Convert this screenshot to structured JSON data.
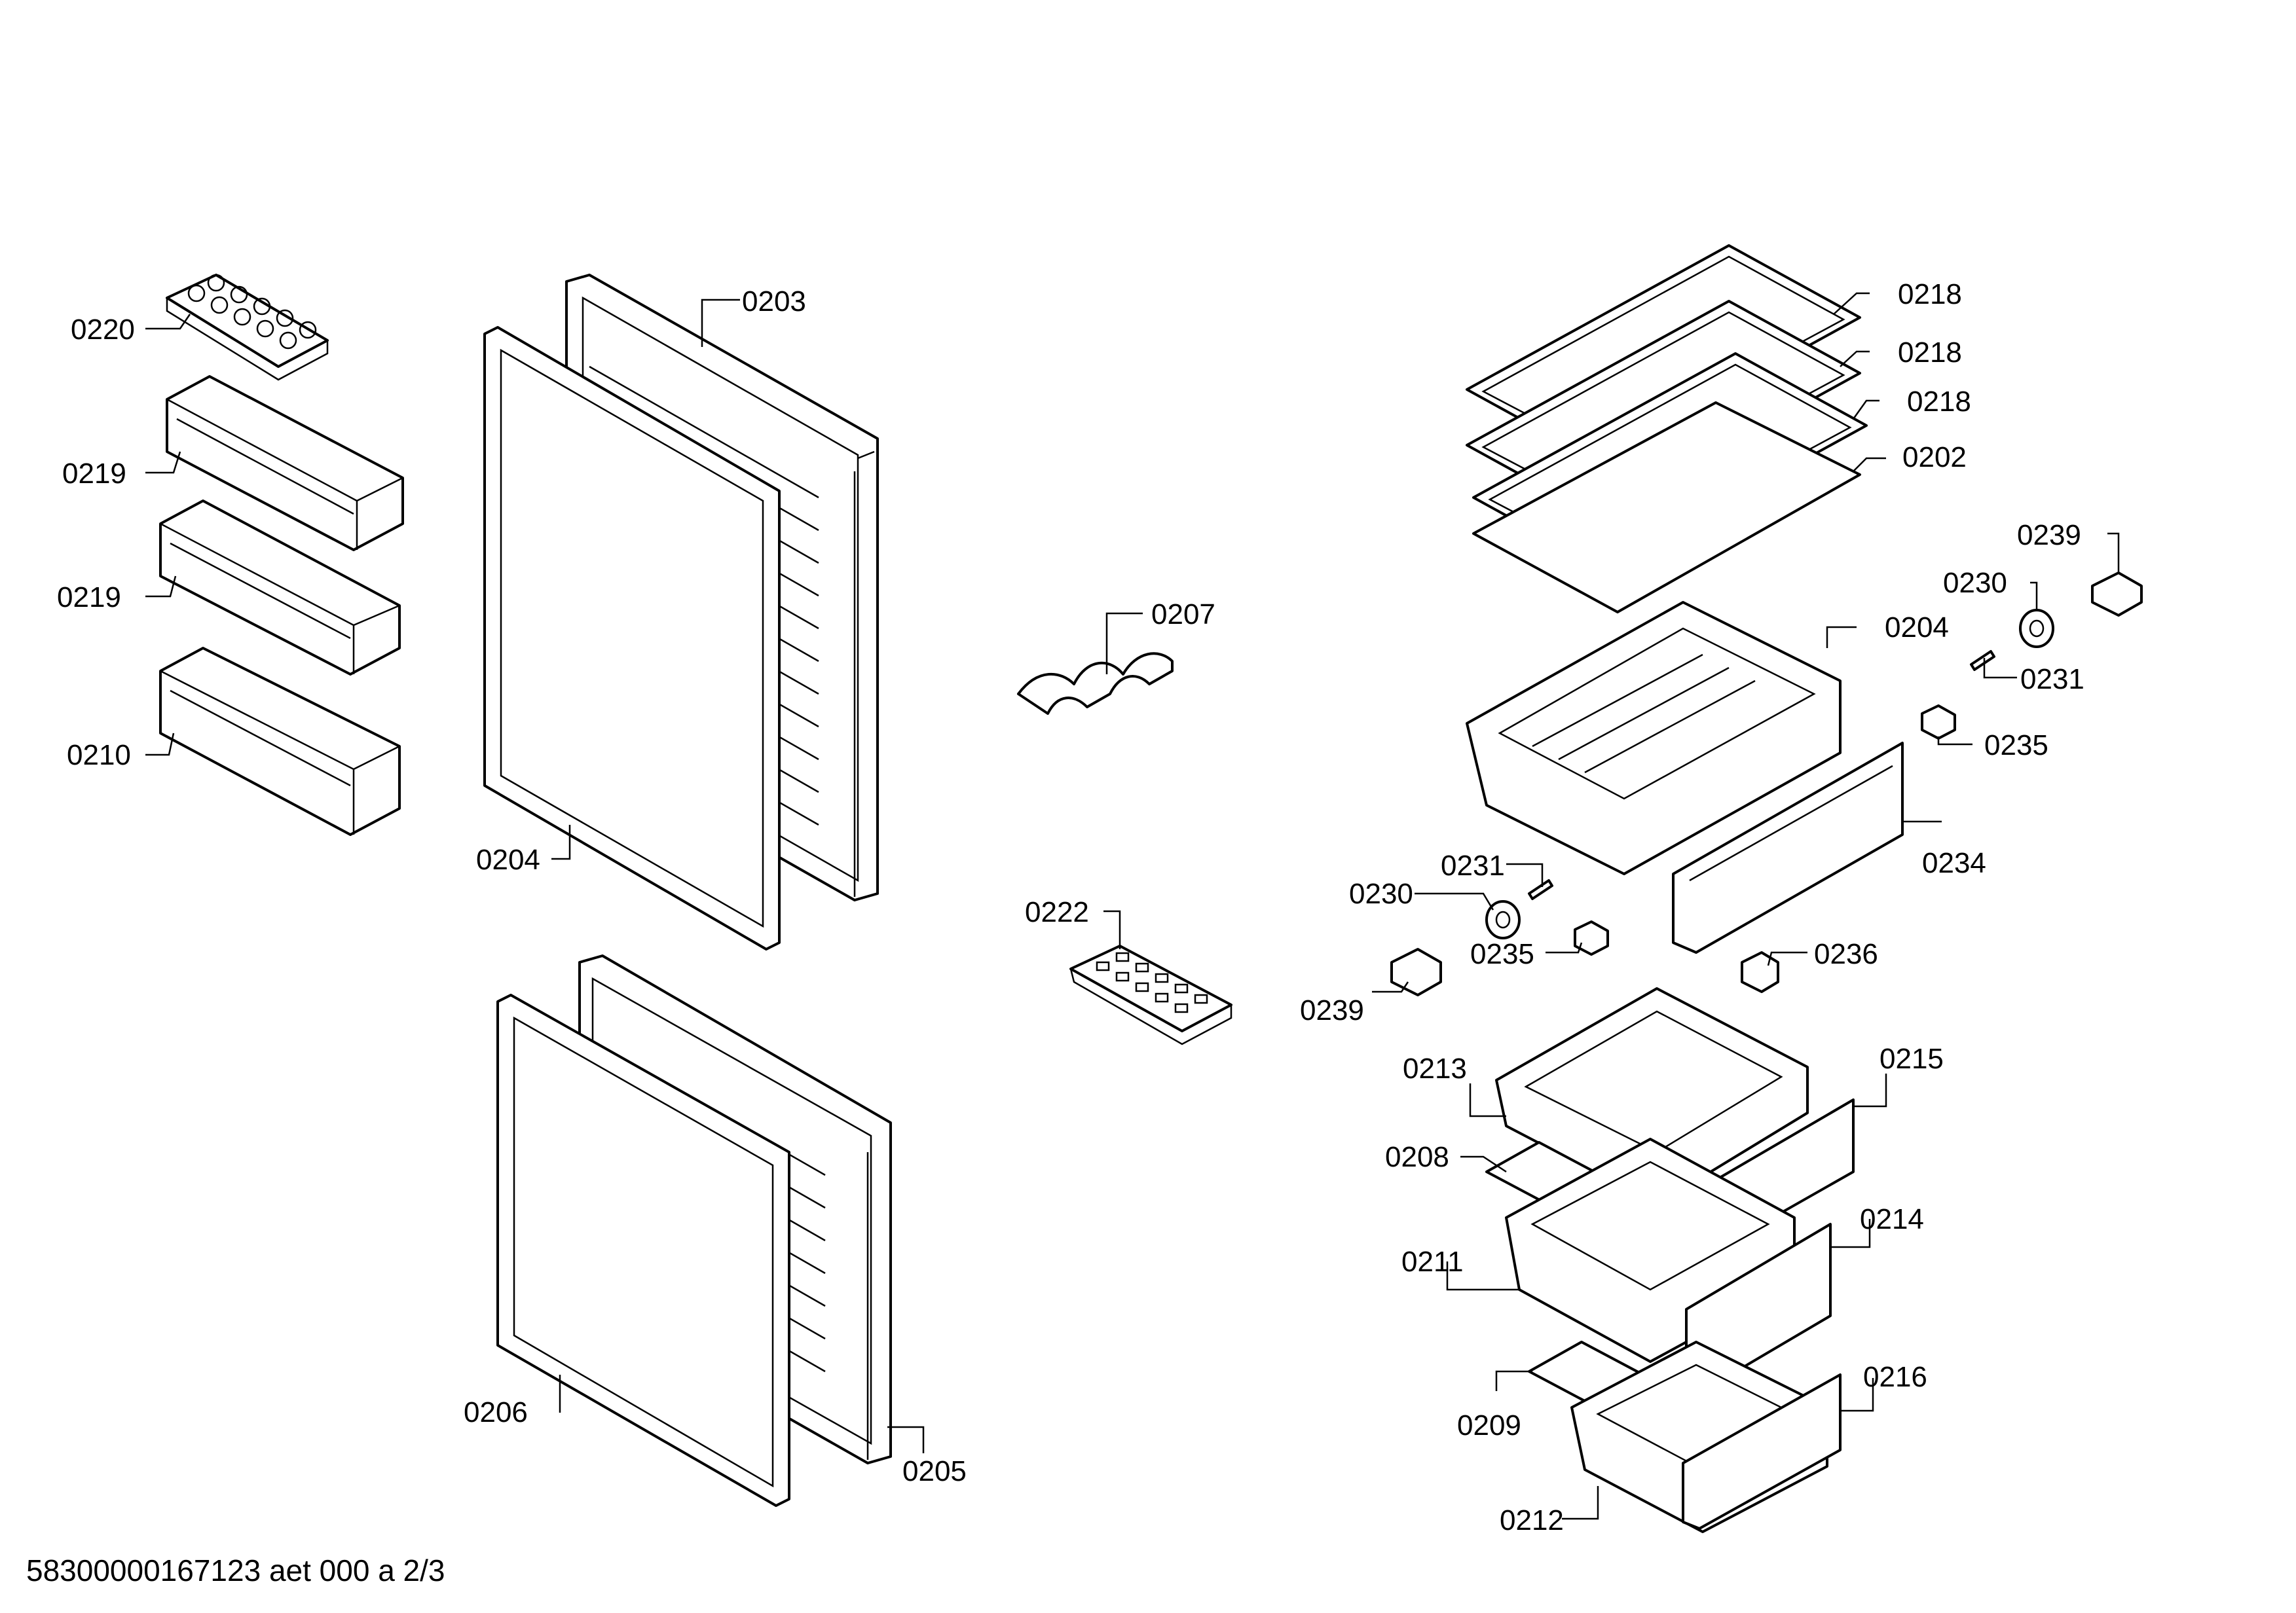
{
  "labels": [
    "0220",
    "0219",
    "0219",
    "0210",
    "0203",
    "0204",
    "0206",
    "0205",
    "0207",
    "0222",
    "0218",
    "0218",
    "0218",
    "0202",
    "0239",
    "0230",
    "0231",
    "0204",
    "0235",
    "0234",
    "0231",
    "0230",
    "0235",
    "0239",
    "0236",
    "0213",
    "0215",
    "0208",
    "0214",
    "0211",
    "0216",
    "0209",
    "0212"
  ],
  "footer": "58300000167123 aet 000 a 2/3"
}
